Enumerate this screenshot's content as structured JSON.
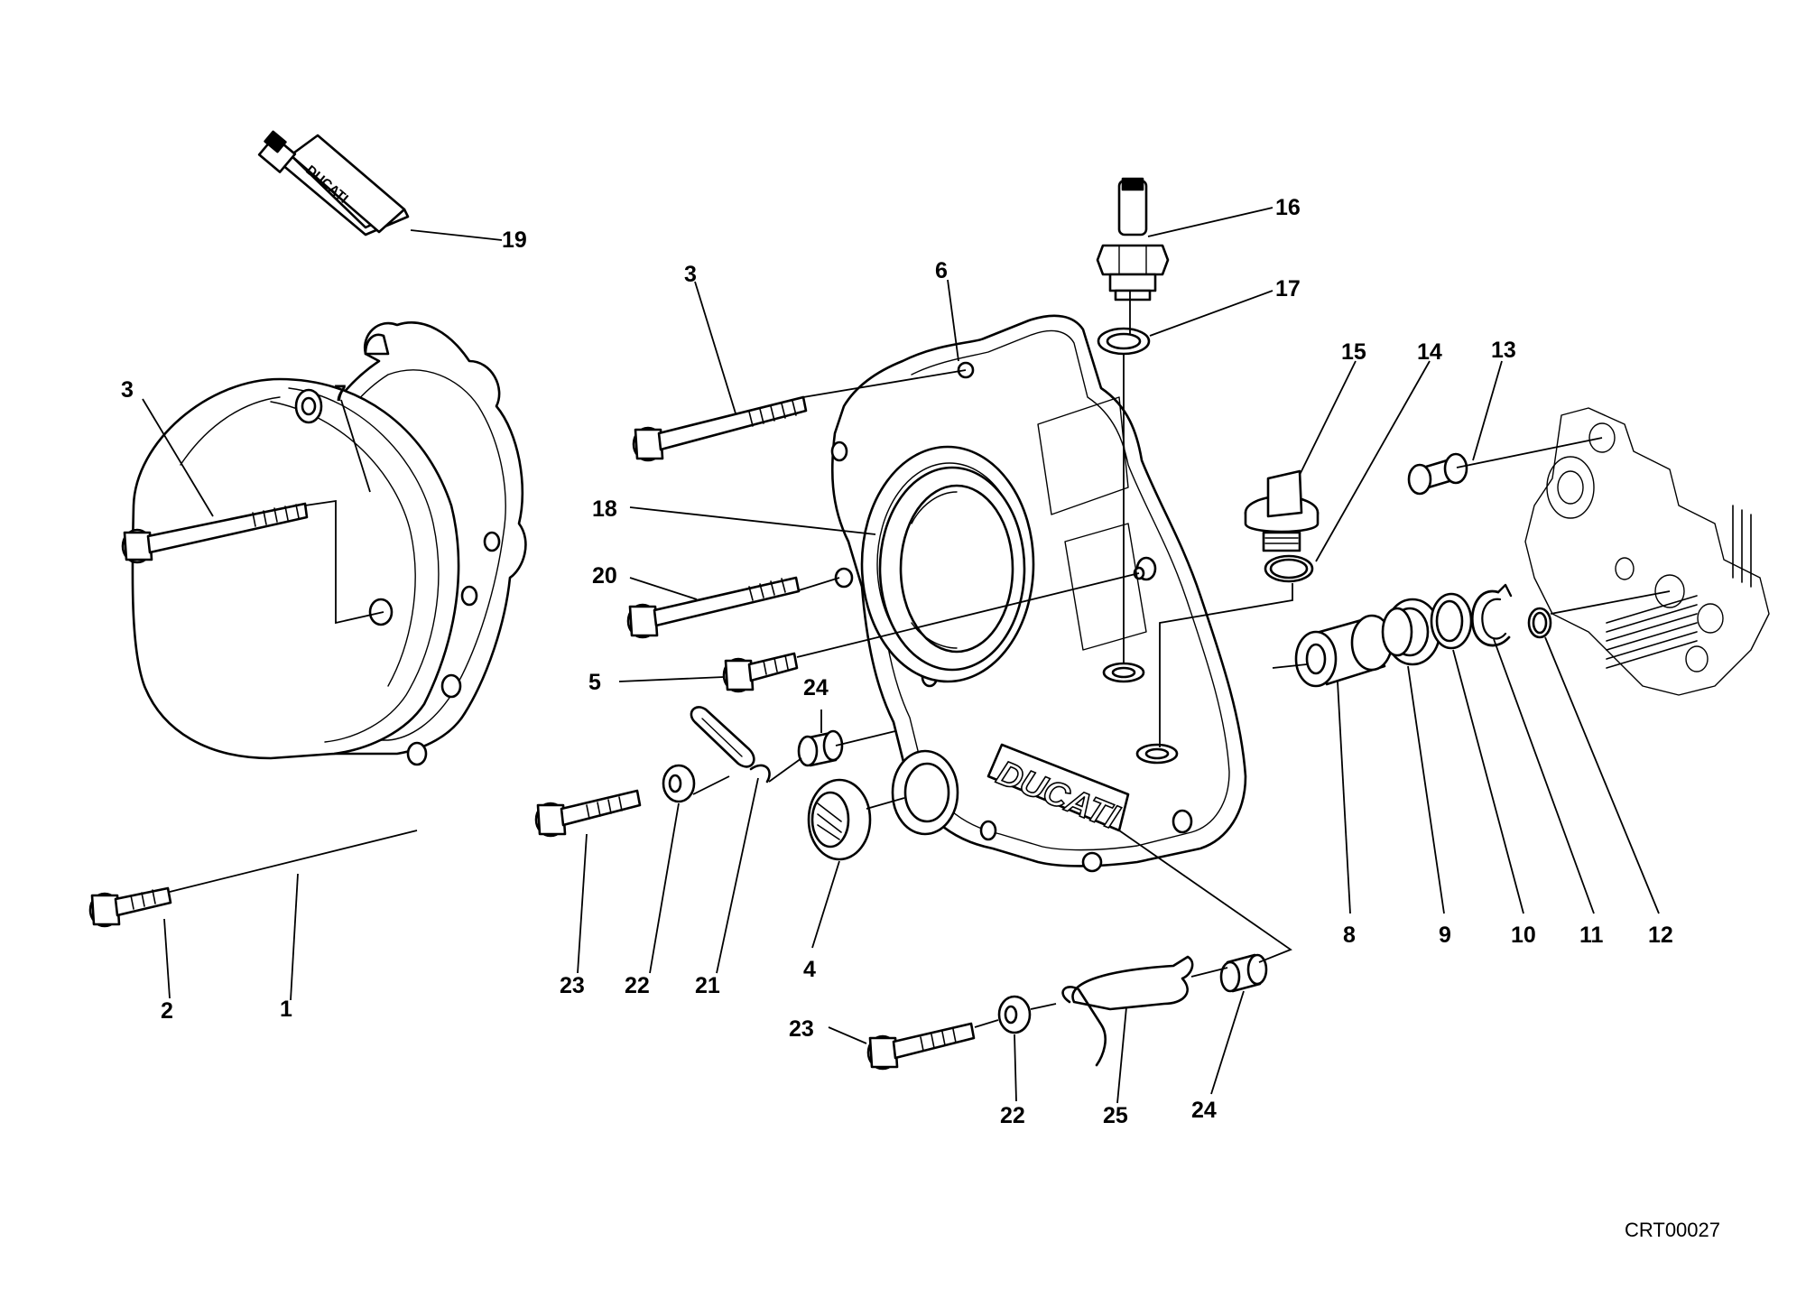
{
  "diagram": {
    "reference_code": "CRT00027",
    "brand_marking": "DUCATI",
    "tube_marking": "DUCATI",
    "callouts": [
      {
        "id": "c-19a",
        "label": "19"
      },
      {
        "id": "c-16",
        "label": "16"
      },
      {
        "id": "c-17",
        "label": "17"
      },
      {
        "id": "c-3a",
        "label": "3"
      },
      {
        "id": "c-6",
        "label": "6"
      },
      {
        "id": "c-15",
        "label": "15"
      },
      {
        "id": "c-14",
        "label": "14"
      },
      {
        "id": "c-13",
        "label": "13"
      },
      {
        "id": "c-3b",
        "label": "3"
      },
      {
        "id": "c-7",
        "label": "7"
      },
      {
        "id": "c-18",
        "label": "18"
      },
      {
        "id": "c-20",
        "label": "20"
      },
      {
        "id": "c-5",
        "label": "5"
      },
      {
        "id": "c-24a",
        "label": "24"
      },
      {
        "id": "c-8",
        "label": "8"
      },
      {
        "id": "c-9",
        "label": "9"
      },
      {
        "id": "c-10",
        "label": "10"
      },
      {
        "id": "c-11",
        "label": "11"
      },
      {
        "id": "c-12",
        "label": "12"
      },
      {
        "id": "c-4",
        "label": "4"
      },
      {
        "id": "c-23a",
        "label": "23"
      },
      {
        "id": "c-22a",
        "label": "22"
      },
      {
        "id": "c-21",
        "label": "21"
      },
      {
        "id": "c-2",
        "label": "2"
      },
      {
        "id": "c-1",
        "label": "1"
      },
      {
        "id": "c-23b",
        "label": "23"
      },
      {
        "id": "c-22b",
        "label": "22"
      },
      {
        "id": "c-25",
        "label": "25"
      },
      {
        "id": "c-24b",
        "label": "24"
      }
    ]
  }
}
